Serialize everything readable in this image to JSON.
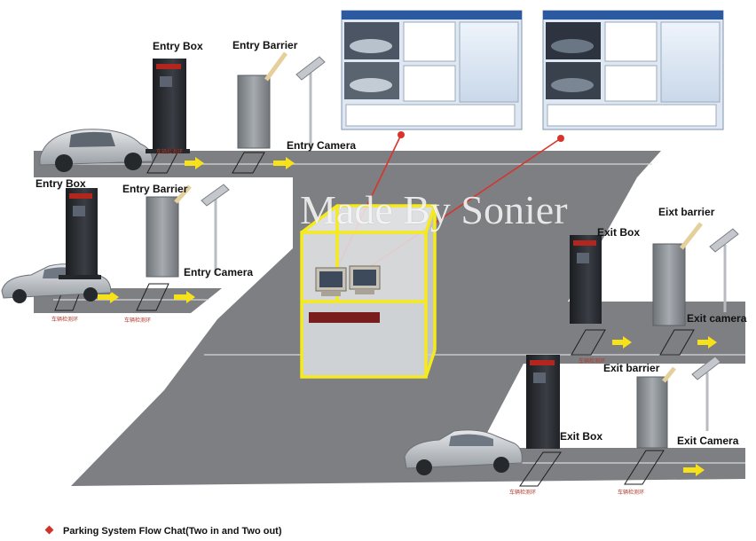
{
  "watermark": "Made By Sonier",
  "caption": "Parking System Flow Chat(Two in and Two out)",
  "labels": {
    "entry_box_top": "Entry Box",
    "entry_barrier_top": "Entry Barrier",
    "entry_camera_top": "Entry Camera",
    "entry_box_mid": "Entry Box",
    "entry_barrier_mid": "Entry Barrier",
    "entry_camera_mid": "Entry Camera",
    "exit_box_top": "Exit Box",
    "exit_barrier_top": "Eixt barrier",
    "exit_camera_top": "Exit camera",
    "exit_box_bottom": "Exit Box",
    "exit_barrier_bottom": "Exit barrier",
    "exit_camera_bottom": "Exit Camera"
  },
  "loop_label": "车辆检测环",
  "colors": {
    "road": "#7d7f82",
    "road_line": "#d8d8d8",
    "booth_frame": "#f5ea1b",
    "arrow": "#f7e21a",
    "signal_line": "#d8342b",
    "barrier_body": "#8f9499",
    "box_body": "#2b2e33"
  }
}
